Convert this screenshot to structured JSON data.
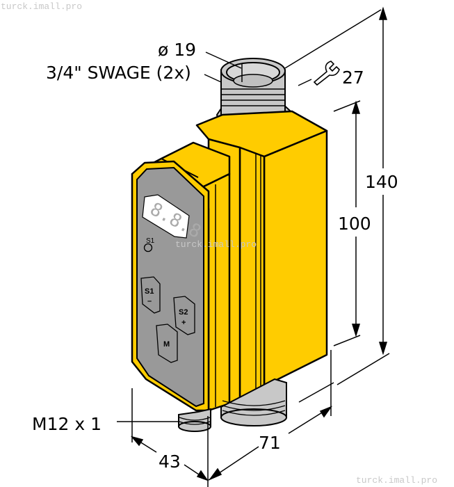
{
  "watermark": {
    "top": "turck.imall.pro",
    "center": "turck.imall.pro",
    "bottom": "turck.imall.pro"
  },
  "labels": {
    "diameter": "ø 19",
    "fitting": "3/4\" SWAGE (2x)",
    "wrench_size": "27",
    "height_total": "140",
    "height_body": "100",
    "connector": "M12 x 1",
    "depth": "43",
    "width": "71"
  },
  "panel": {
    "display": "8.8.8",
    "led_label": "S1",
    "button_s1": {
      "label": "S1",
      "sub": "–"
    },
    "button_s2": {
      "label": "S2",
      "sub": "+"
    },
    "button_m": {
      "label": "M"
    }
  },
  "colors": {
    "housing": "#ffcc00",
    "panel": "#999999",
    "metal": "#c8c8c8",
    "line": "#000000"
  }
}
